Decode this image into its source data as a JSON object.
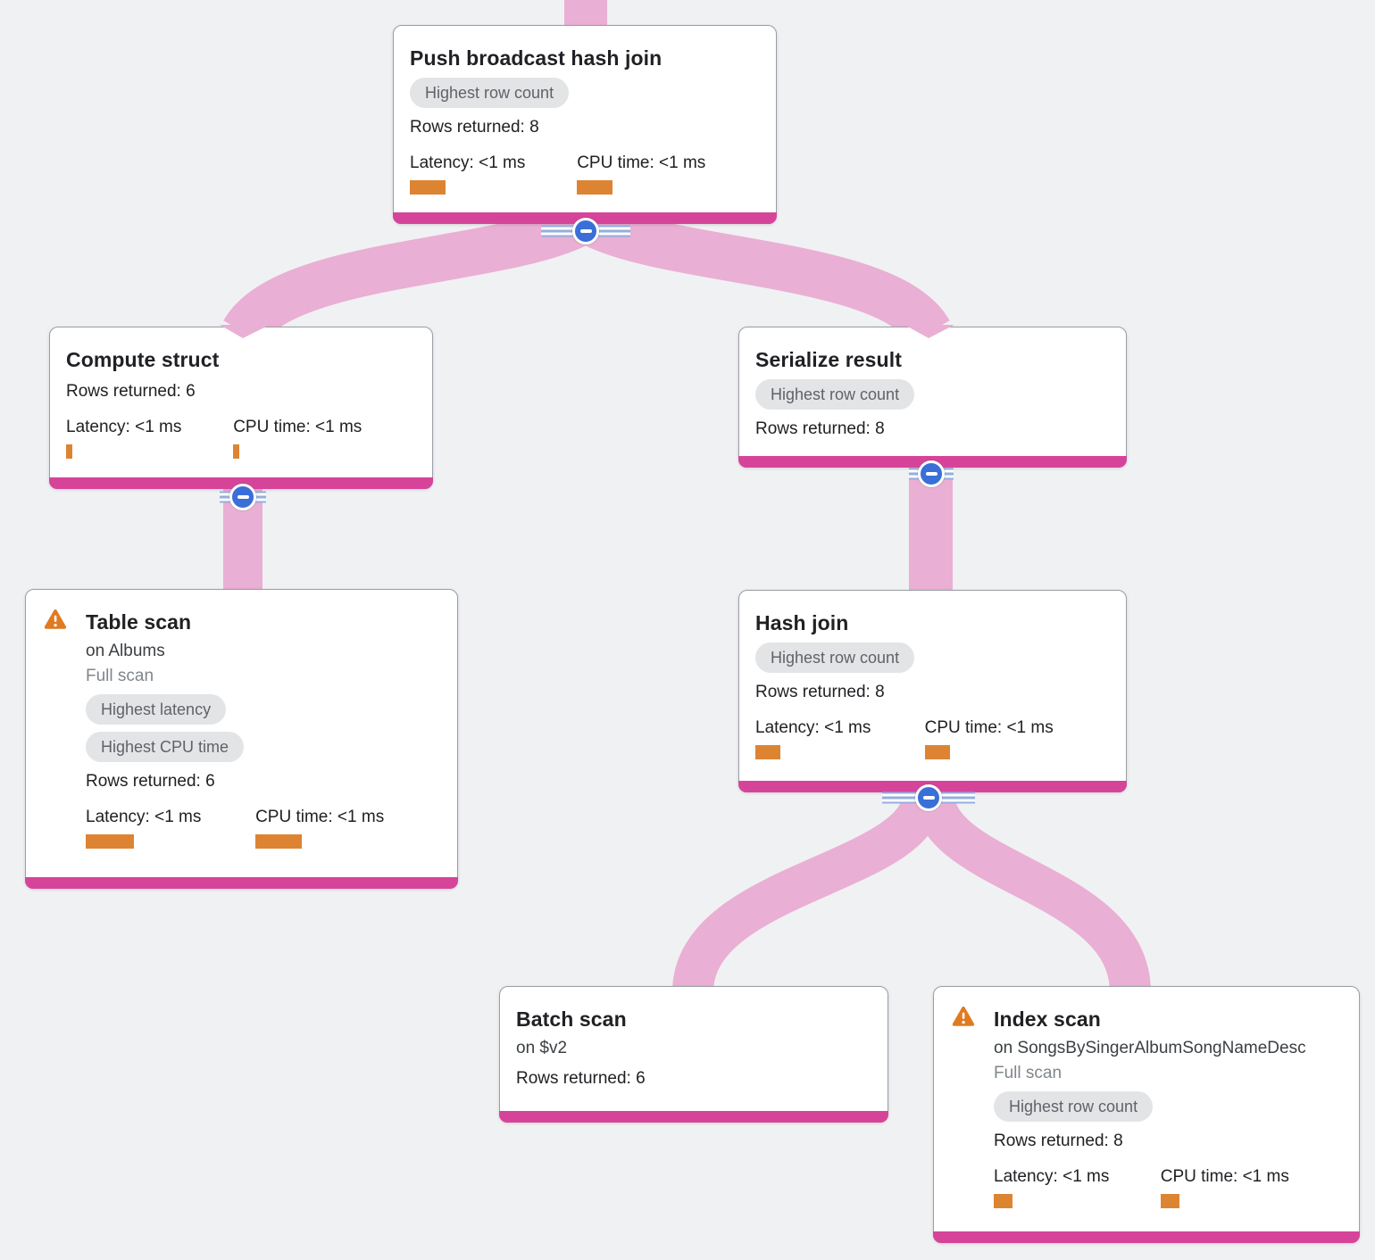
{
  "colors": {
    "bg": "#f0f1f3",
    "node-bg": "#ffffff",
    "node-border": "#9aa0a6",
    "accent-bar": "#d6449a",
    "ribbon": "#eaafd4",
    "button-blue": "#3a6fd8",
    "stripe-blue": "#94aede",
    "metric-orange": "#dd8433",
    "warning-orange": "#e07b22",
    "badge-bg": "#e3e4e6",
    "badge-text": "#5f6368",
    "title-text": "#202124",
    "body-text": "#3c4043",
    "muted-text": "#80868b"
  },
  "nodes": [
    {
      "id": "push-broadcast-hash-join",
      "title": "Push broadcast hash join",
      "badges": [
        "Highest row count"
      ],
      "rows": "Rows returned: 8",
      "latency_label": "Latency: <1 ms",
      "cpu_label": "CPU time: <1 ms",
      "latency_bar": 40,
      "cpu_bar": 40,
      "collapsible": true
    },
    {
      "id": "compute-struct",
      "title": "Compute struct",
      "rows": "Rows returned: 6",
      "latency_label": "Latency: <1 ms",
      "cpu_label": "CPU time: <1 ms",
      "latency_bar": 7,
      "cpu_bar": 7,
      "collapsible": true
    },
    {
      "id": "serialize-result",
      "title": "Serialize result",
      "badges": [
        "Highest row count"
      ],
      "rows": "Rows returned: 8",
      "collapsible": true
    },
    {
      "id": "table-scan",
      "title": "Table scan",
      "warning": true,
      "subtitle": "on Albums",
      "scan_type": "Full scan",
      "badges": [
        "Highest latency",
        "Highest CPU time"
      ],
      "rows": "Rows returned: 6",
      "latency_label": "Latency: <1 ms",
      "cpu_label": "CPU time: <1 ms",
      "latency_bar": 54,
      "cpu_bar": 52
    },
    {
      "id": "hash-join",
      "title": "Hash join",
      "badges": [
        "Highest row count"
      ],
      "rows": "Rows returned: 8",
      "latency_label": "Latency: <1 ms",
      "cpu_label": "CPU time: <1 ms",
      "latency_bar": 28,
      "cpu_bar": 28,
      "collapsible": true
    },
    {
      "id": "batch-scan",
      "title": "Batch scan",
      "subtitle": "on $v2",
      "rows": "Rows returned: 6"
    },
    {
      "id": "index-scan",
      "title": "Index scan",
      "warning": true,
      "subtitle": "on SongsBySingerAlbumSongNameDesc",
      "scan_type": "Full scan",
      "badges": [
        "Highest row count"
      ],
      "rows": "Rows returned: 8",
      "latency_label": "Latency: <1 ms",
      "cpu_label": "CPU time: <1 ms",
      "latency_bar": 21,
      "cpu_bar": 21
    }
  ],
  "edges": [
    {
      "from": "push-broadcast-hash-join",
      "to": "compute-struct"
    },
    {
      "from": "push-broadcast-hash-join",
      "to": "serialize-result"
    },
    {
      "from": "compute-struct",
      "to": "table-scan"
    },
    {
      "from": "serialize-result",
      "to": "hash-join"
    },
    {
      "from": "hash-join",
      "to": "batch-scan"
    },
    {
      "from": "hash-join",
      "to": "index-scan"
    }
  ]
}
